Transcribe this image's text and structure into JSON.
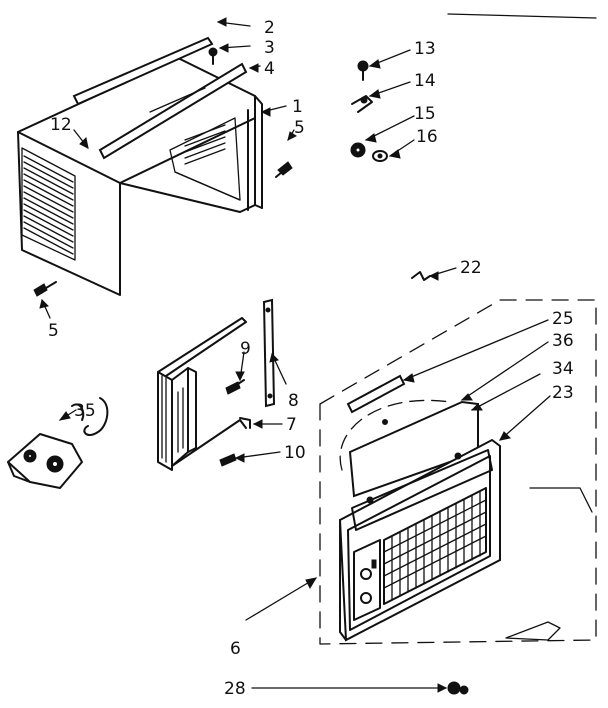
{
  "diagram": {
    "callouts": [
      {
        "id": "2",
        "text": "2"
      },
      {
        "id": "3",
        "text": "3"
      },
      {
        "id": "4",
        "text": "4"
      },
      {
        "id": "1",
        "text": "1"
      },
      {
        "id": "5a",
        "text": "5"
      },
      {
        "id": "12",
        "text": "12"
      },
      {
        "id": "5b",
        "text": "5"
      },
      {
        "id": "13",
        "text": "13"
      },
      {
        "id": "14",
        "text": "14"
      },
      {
        "id": "15",
        "text": "15"
      },
      {
        "id": "16",
        "text": "16"
      },
      {
        "id": "22",
        "text": "22"
      },
      {
        "id": "25",
        "text": "25"
      },
      {
        "id": "36",
        "text": "36"
      },
      {
        "id": "34",
        "text": "34"
      },
      {
        "id": "23",
        "text": "23"
      },
      {
        "id": "9",
        "text": "9"
      },
      {
        "id": "8",
        "text": "8"
      },
      {
        "id": "7",
        "text": "7"
      },
      {
        "id": "10",
        "text": "10"
      },
      {
        "id": "35",
        "text": "35"
      },
      {
        "id": "6",
        "text": "6"
      },
      {
        "id": "28",
        "text": "28"
      }
    ]
  }
}
